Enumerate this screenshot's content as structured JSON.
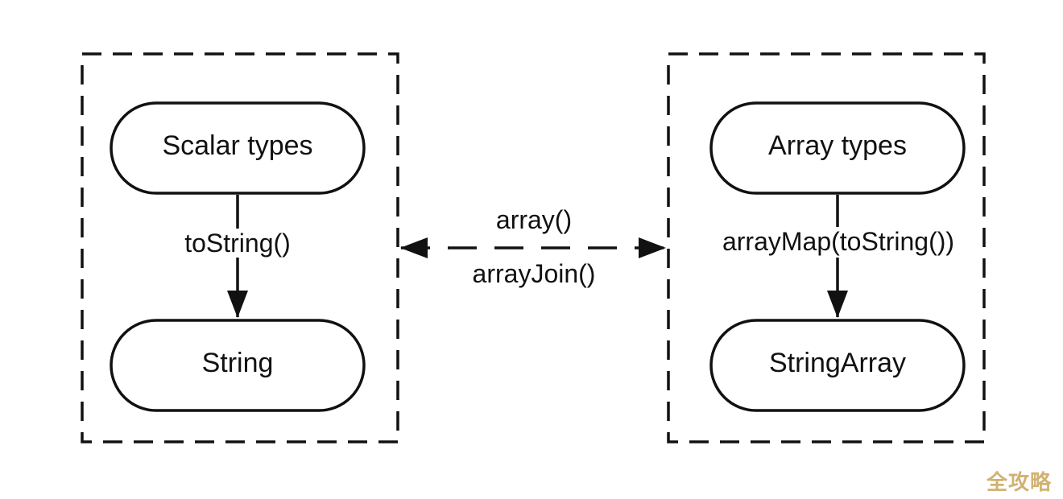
{
  "diagram": {
    "left_group": {
      "top_node": "Scalar types",
      "bottom_node": "String",
      "edge_label": "toString()"
    },
    "right_group": {
      "top_node": "Array types",
      "bottom_node": "StringArray",
      "edge_label": "arrayMap(toString())"
    },
    "connector": {
      "to_right_label": "array()",
      "to_left_label": "arrayJoin()"
    }
  },
  "watermark": "全攻略",
  "colors": {
    "stroke": "#111111",
    "background": "#ffffff",
    "watermark": "#c9a55a"
  }
}
